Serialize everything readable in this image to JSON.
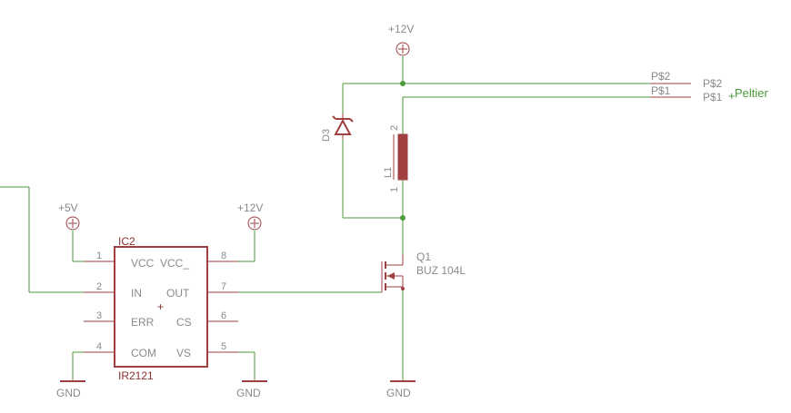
{
  "power_labels": {
    "v12_top": "+12V",
    "v5": "+5V",
    "v12_left": "+12V"
  },
  "ground_labels": {
    "g1": "GND",
    "g2": "GND",
    "g3": "GND"
  },
  "diode": {
    "name": "D3"
  },
  "inductor": {
    "name": "L1",
    "pin1": "1",
    "pin2": "2"
  },
  "transistor": {
    "name": "Q1",
    "value": "BUZ 104L"
  },
  "ic": {
    "name": "IC2",
    "value": "IR2121",
    "pins_left": [
      {
        "num": "1",
        "label": "VCC"
      },
      {
        "num": "2",
        "label": "IN"
      },
      {
        "num": "3",
        "label": "ERR"
      },
      {
        "num": "4",
        "label": "COM"
      }
    ],
    "pins_right": [
      {
        "num": "8",
        "label": "VCC_"
      },
      {
        "num": "7",
        "label": "OUT"
      },
      {
        "num": "6",
        "label": "CS"
      },
      {
        "num": "5",
        "label": "VS"
      }
    ]
  },
  "connector": {
    "name": "Peltier",
    "pin2_inner": "P$2",
    "pin1_inner": "P$1",
    "pin2_outer": "P$2",
    "pin1_outer": "P$1"
  },
  "colors": {
    "wire": "#4c9a3a",
    "part": "#a04040",
    "text": "#8a8a8a"
  }
}
